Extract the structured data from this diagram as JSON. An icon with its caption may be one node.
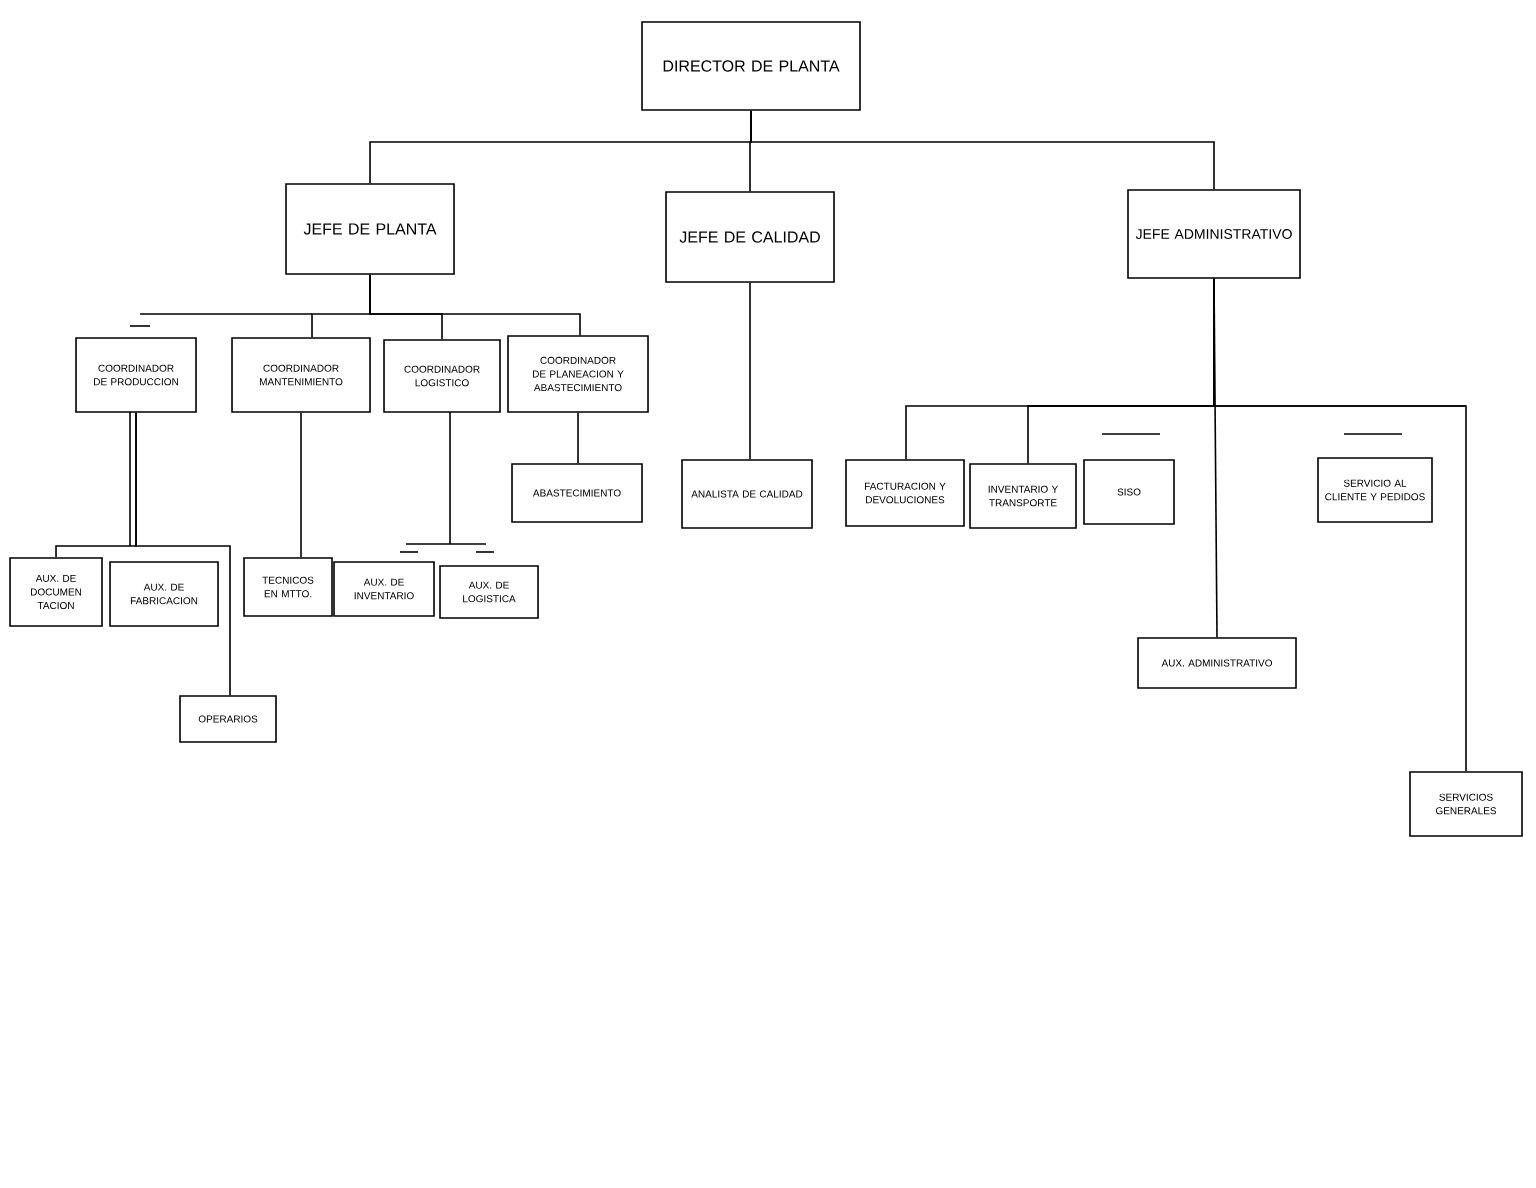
{
  "diagram": {
    "nodes": [
      {
        "text": [
          "DIRECTOR DE PLANTA"
        ]
      },
      {
        "text": [
          "JEFE DE PLANTA"
        ]
      },
      {
        "text": [
          "JEFE DE CALIDAD"
        ]
      },
      {
        "text": [
          "JEFE ADMINISTRATIVO"
        ]
      },
      {
        "text": [
          "COORDINADOR DE PRODUCCION"
        ]
      },
      {
        "text": [
          "COORDINADOR MANTENIMIENTO"
        ]
      },
      {
        "text": [
          "COORDINADOR LOGISTICO"
        ]
      },
      {
        "text": [
          "COORDINADOR DE PLANEACION Y ABASTECIMIENTO"
        ]
      },
      {
        "text": [
          "ABASTECIMIENTO"
        ]
      },
      {
        "text": [
          "AUX. DE DOCUMEN TACION"
        ]
      },
      {
        "text": [
          "AUX. DE FABRICACION"
        ]
      },
      {
        "text": [
          "OPERARIOS"
        ]
      },
      {
        "text": [
          "TECNICOS EN MTTO."
        ]
      },
      {
        "text": [
          "AUX. DE INVENTARIO"
        ]
      },
      {
        "text": [
          "AUX. DE LOGISTICA"
        ]
      },
      {
        "text": [
          "ANALISTA DE CALIDAD"
        ]
      },
      {
        "text": [
          "FACTURACION Y DEVOLUCIONES"
        ]
      },
      {
        "text": [
          "INVENTARIO Y TRANSPORTE"
        ]
      },
      {
        "text": [
          "SISO"
        ]
      },
      {
        "text": [
          "SERVICIO AL CLIENTE Y PEDIDOS"
        ]
      },
      {
        "text": [
          "AUX. ADMINISTRATIVO"
        ]
      },
      {
        "text": [
          "SERVICIOS GENERALES"
        ]
      }
    ],
    "edges": [
      {
        "from": 0,
        "to": 1,
        "arrow": "none"
      },
      {
        "from": 0,
        "to": 2,
        "arrow": "none"
      },
      {
        "from": 0,
        "to": 3,
        "arrow": "none"
      },
      {
        "from": 1,
        "to": 5,
        "arrow": "none"
      },
      {
        "from": 1,
        "to": 6,
        "arrow": "none"
      },
      {
        "from": 1,
        "to": 7,
        "arrow": "none"
      },
      {
        "from": 7,
        "to": 8,
        "arrow": "none"
      },
      {
        "from": 4,
        "to": 9,
        "arrow": "none"
      },
      {
        "from": 4,
        "to": 11,
        "arrow": "none"
      },
      {
        "from": 5,
        "to": 12,
        "arrow": "none"
      },
      {
        "from": 2,
        "to": 15,
        "arrow": "none"
      },
      {
        "from": 3,
        "to": 16,
        "arrow": "none"
      },
      {
        "from": 3,
        "to": 17,
        "arrow": "none"
      },
      {
        "from": 3,
        "to": 21,
        "arrow": "none"
      },
      {
        "from": 3,
        "to": 20,
        "arrow": "none"
      }
    ]
  }
}
